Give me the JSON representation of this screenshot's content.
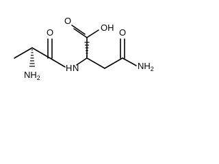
{
  "molecule": {
    "atom_labels": {
      "carboxyl_oh": "OH",
      "carboxyl_o": "O",
      "amide_carbonyl_o": "O",
      "nh": "H",
      "nh_n": "N",
      "nh2_terminal": "NH",
      "nh2_terminal_subscript": "2",
      "amide_nh2_n": "NH",
      "amide_nh2_subscript": "2"
    }
  }
}
